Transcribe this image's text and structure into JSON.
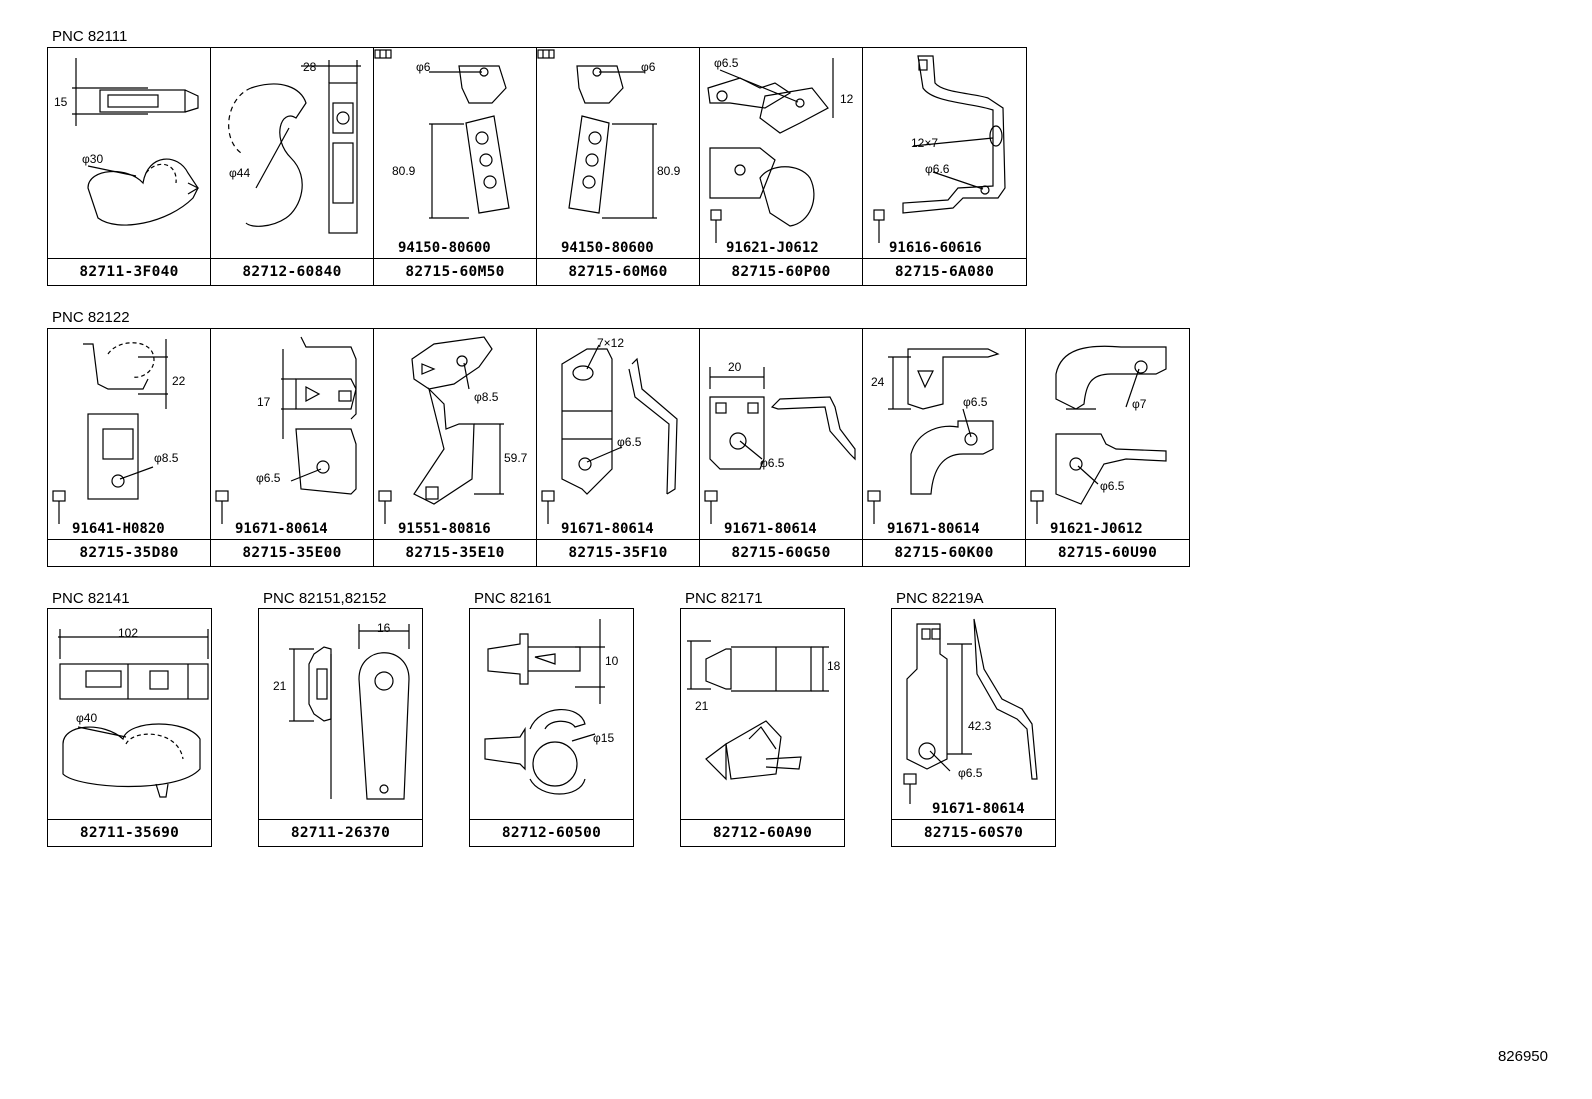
{
  "groups": [
    {
      "title": "PNC 82111",
      "cells": [
        {
          "part": "82711-3F040",
          "dims": [
            "15",
            "φ30"
          ]
        },
        {
          "part": "82712-60840",
          "dims": [
            "28",
            "φ44"
          ]
        },
        {
          "part": "82715-60M50",
          "dims": [
            "φ6",
            "80.9"
          ],
          "bolt": "94150-80600"
        },
        {
          "part": "82715-60M60",
          "dims": [
            "φ6",
            "80.9"
          ],
          "bolt": "94150-80600"
        },
        {
          "part": "82715-60P00",
          "dims": [
            "φ6.5",
            "12"
          ],
          "bolt": "91621-J0612"
        },
        {
          "part": "82715-6A080",
          "dims": [
            "12×7",
            "φ6.6"
          ],
          "bolt": "91616-60616"
        }
      ]
    },
    {
      "title": "PNC 82122",
      "cells": [
        {
          "part": "82715-35D80",
          "dims": [
            "22",
            "φ8.5"
          ],
          "bolt": "91641-H0820"
        },
        {
          "part": "82715-35E00",
          "dims": [
            "17",
            "φ6.5"
          ],
          "bolt": "91671-80614"
        },
        {
          "part": "82715-35E10",
          "dims": [
            "φ8.5",
            "59.7"
          ],
          "bolt": "91551-80816"
        },
        {
          "part": "82715-35F10",
          "dims": [
            "7×12",
            "φ6.5"
          ],
          "bolt": "91671-80614"
        },
        {
          "part": "82715-60G50",
          "dims": [
            "20",
            "φ6.5"
          ],
          "bolt": "91671-80614"
        },
        {
          "part": "82715-60K00",
          "dims": [
            "24",
            "φ6.5"
          ],
          "bolt": "91671-80614"
        },
        {
          "part": "82715-60U90",
          "dims": [
            "φ7",
            "φ6.5"
          ],
          "bolt": "91621-J0612"
        }
      ]
    }
  ],
  "singles": [
    {
      "title": "PNC 82141",
      "part": "82711-35690",
      "dims": [
        "102",
        "φ40"
      ]
    },
    {
      "title": "PNC 82151,82152",
      "part": "82711-26370",
      "dims": [
        "16",
        "21"
      ]
    },
    {
      "title": "PNC 82161",
      "part": "82712-60500",
      "dims": [
        "10",
        "φ15"
      ]
    },
    {
      "title": "PNC 82171",
      "part": "82712-60A90",
      "dims": [
        "18",
        "21"
      ]
    },
    {
      "title": "PNC 82219A",
      "part": "82715-60S70",
      "dims": [
        "42.3",
        "φ6.5"
      ],
      "bolt": "91671-80614"
    }
  ],
  "reference": "826950"
}
